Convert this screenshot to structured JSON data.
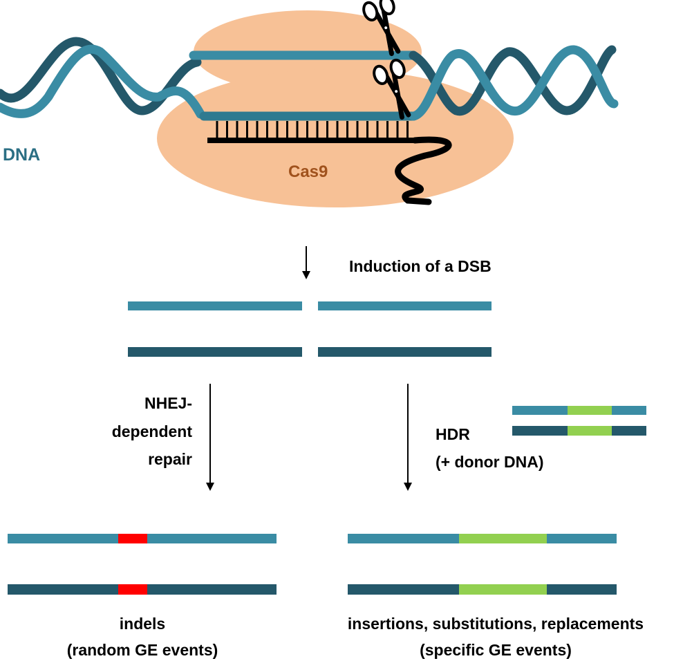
{
  "labels": {
    "dna": "DNA",
    "cas9": "Cas9",
    "induction": "Induction of a DSB",
    "nhej_line1": "NHEJ-",
    "nhej_line2": "dependent",
    "nhej_line3": "repair",
    "hdr_line1": "HDR",
    "hdr_line2": "(+ donor DNA)",
    "indels_line1": "indels",
    "indels_line2": "(random GE events)",
    "ins_line1": "insertions, substitutions, replacements",
    "ins_line2": "(specific GE events)"
  },
  "colors": {
    "strand_light": "#3a8ca4",
    "strand_dark": "#24586a",
    "cas9_fill": "#f7c196",
    "cas9_text": "#a0521d",
    "indel": "#ff0000",
    "donor": "#92d050",
    "guide": "#000000",
    "dna_label": "#2b6f84"
  }
}
